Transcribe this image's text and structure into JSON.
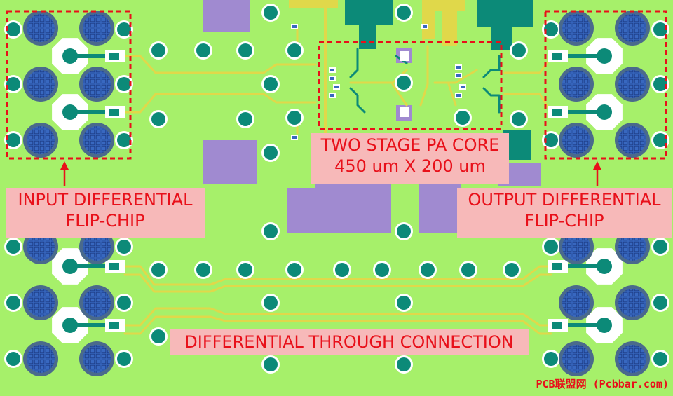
{
  "labels": {
    "pa_core_line1": "TWO STAGE PA CORE",
    "pa_core_line2": "450 um X 200 um",
    "input_line1": "INPUT DIFFERENTIAL",
    "input_line2": "FLIP-CHIP",
    "output_line1": "OUTPUT DIFFERENTIAL",
    "output_line2": "FLIP-CHIP",
    "through": "DIFFERENTIAL THROUGH CONNECTION"
  },
  "watermark": "PCB联盟网 (Pcbbar.com)",
  "colors": {
    "background": "#a6f06a",
    "trace": "#e0d84a",
    "via": "#0c8a78",
    "pad": "#4c6e96",
    "metal": "#a08ad0",
    "highlight": "#e8101a",
    "label_fill": "#f7b9b9"
  }
}
